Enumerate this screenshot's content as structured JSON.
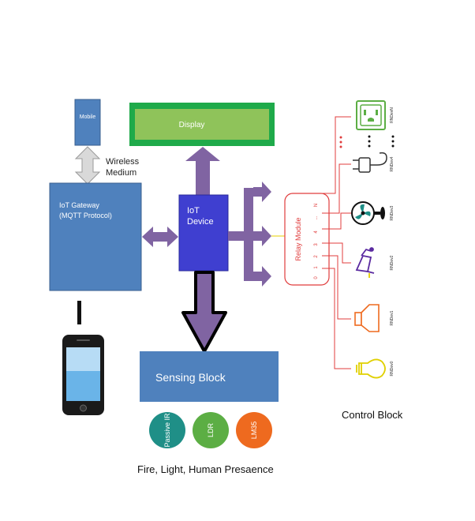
{
  "blocks": {
    "mobile": "Mobile",
    "display": "Display",
    "wireless_line1": "Wireless",
    "wireless_line2": "Medium",
    "gateway_line1": "IoT Gateway",
    "gateway_line2": "(MQTT Protocol)",
    "device_line1": "IoT",
    "device_line2": "Device",
    "sensing": "Sensing Block",
    "control": "Control  Block",
    "footer": "Fire, Light, Human Presaence"
  },
  "relay": {
    "title": "Relay Module",
    "pins": [
      "N",
      "...",
      "4",
      "3",
      "2",
      "1",
      "0"
    ]
  },
  "sensors": [
    {
      "label": "Passive IR",
      "color": "#1f8f87"
    },
    {
      "label": "LDR",
      "color": "#5cae44"
    },
    {
      "label": "LM35",
      "color": "#ee6a1f"
    }
  ],
  "devices": [
    {
      "label": "RNDevN",
      "icon": "power-socket-icon",
      "color": "#5cae44"
    },
    {
      "label": "RNDev4",
      "icon": "plug-icon",
      "color": "#333333"
    },
    {
      "label": "RNDev3",
      "icon": "fan-icon",
      "color": "#1f8f87"
    },
    {
      "label": "RNDev2",
      "icon": "pump-icon",
      "color": "#5a2aa0"
    },
    {
      "label": "RNDev1",
      "icon": "speaker-icon",
      "color": "#ee6a1f"
    },
    {
      "label": "RNDev0",
      "icon": "bulb-icon",
      "color": "#e0d000"
    }
  ],
  "colors": {
    "block_blue": "#4f81bd",
    "device_blue": "#3f3fd0",
    "display_green": "#1faa4a",
    "display_inner": "#8fc35a",
    "arrow_purple": "#8064a2",
    "relay_red": "#e03c3c"
  }
}
